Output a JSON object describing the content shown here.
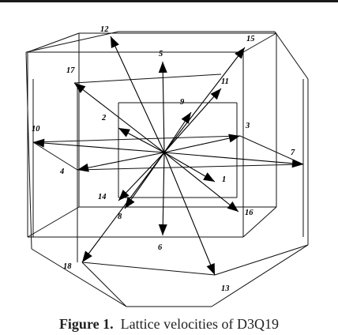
{
  "figure": {
    "caption_label": "Figure 1.",
    "caption_text": "Lattice velocities of D3Q19"
  },
  "velocities": [
    "1",
    "2",
    "3",
    "4",
    "5",
    "6",
    "7",
    "8",
    "9",
    "10",
    "11",
    "12",
    "13",
    "14",
    "15",
    "16",
    "17",
    "18"
  ]
}
